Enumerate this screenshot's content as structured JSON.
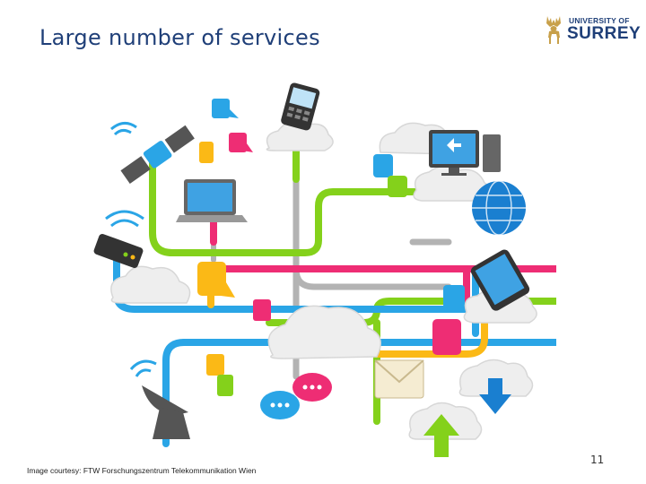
{
  "slide": {
    "title": "Large number of services",
    "credit": "Image courtesy: FTW Forschungszentrum Telekommunikation Wien",
    "page_number": "11"
  },
  "logo": {
    "line1": "UNIVERSITY OF",
    "line2": "SURREY"
  },
  "illustration": {
    "colors": {
      "green": "#84d11b",
      "blue": "#2aa5e6",
      "pink": "#ee2d74",
      "orange": "#fbb916",
      "gray": "#b3b3b3",
      "navy": "#1f3f78"
    },
    "icons": [
      "satellite-icon",
      "mobile-phone-icon",
      "desktop-computer-icon",
      "globe-icon",
      "laptop-icon",
      "wireless-router-icon",
      "tablet-icon",
      "satellite-dish-icon",
      "email-icon",
      "chat-bubbles-icon",
      "download-icon",
      "upload-icon",
      "cloud-icon"
    ]
  }
}
